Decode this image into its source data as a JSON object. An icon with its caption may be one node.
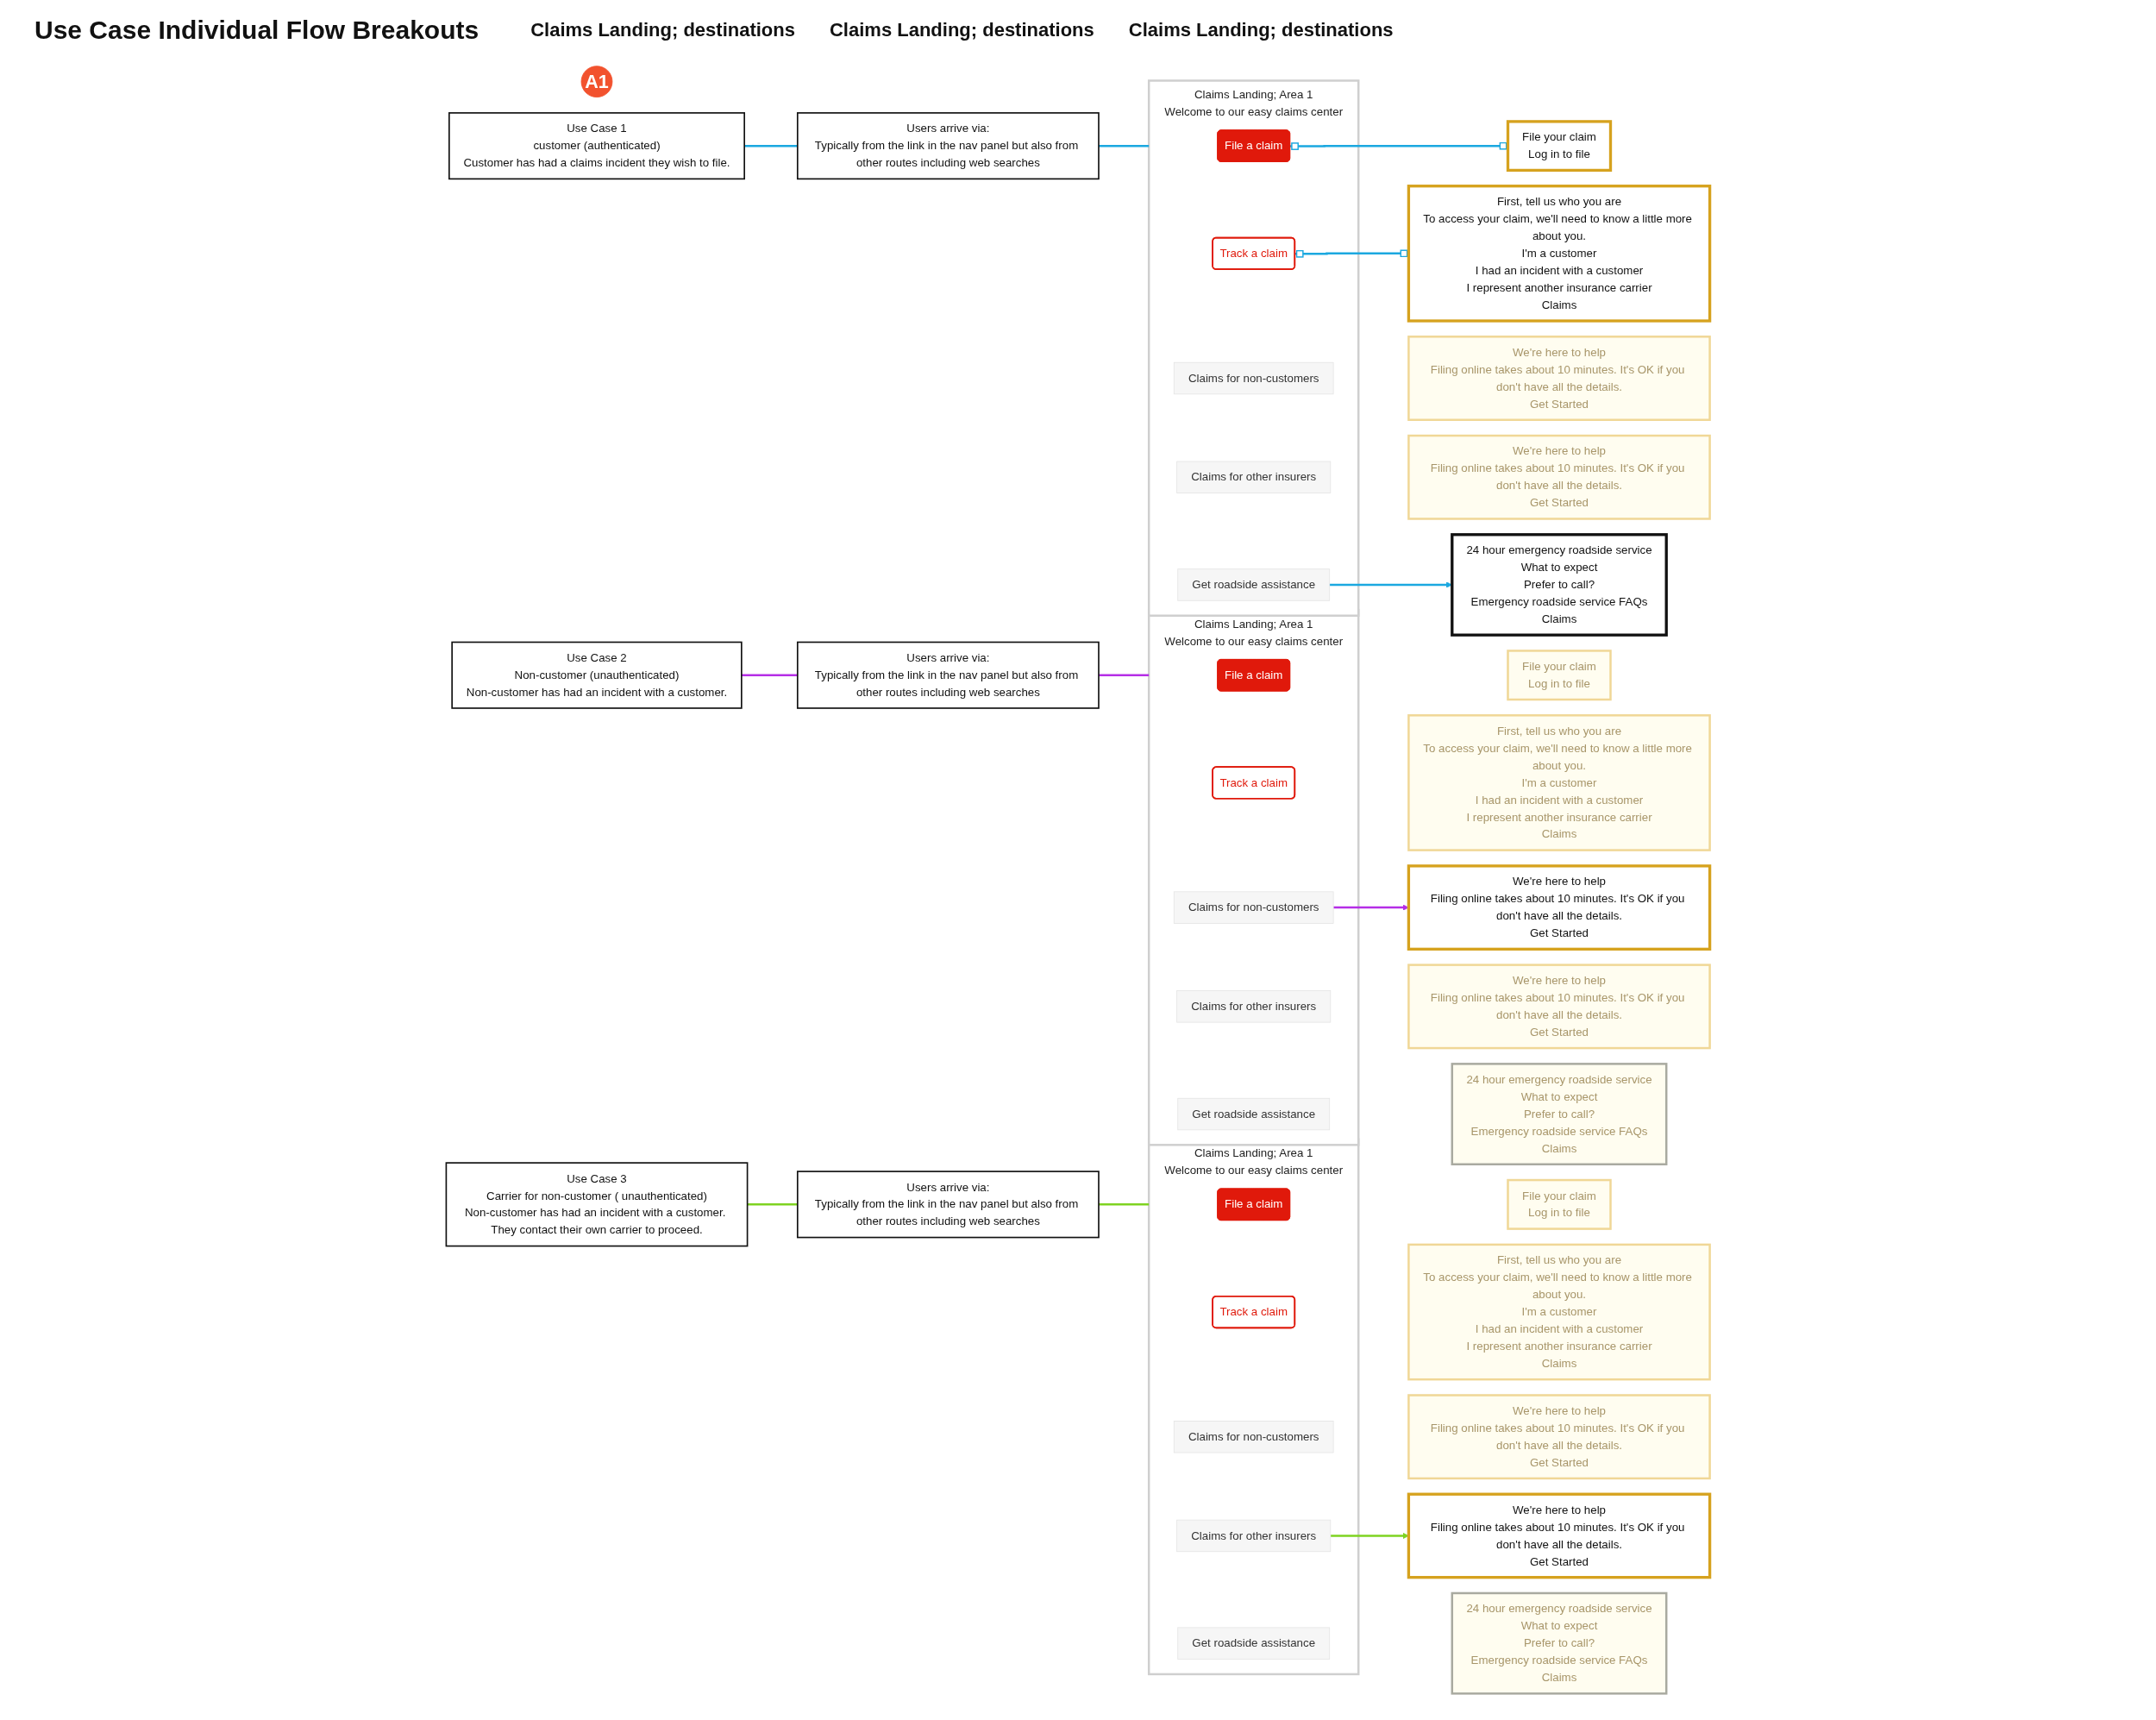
{
  "diagram": {
    "title": "Use Case Individual Flow Breakouts",
    "nodes": [
      {
        "text": [
          "A1"
        ]
      },
      {
        "text": [
          "Use Case 1",
          "customer (authenticated)",
          "Customer has had a claims incident they wish to file."
        ]
      },
      {
        "text": [
          "Users arrive via:",
          "Typically from the link in the nav panel but also from other routes including web searches"
        ]
      },
      {
        "text": [
          "Claims Landing; Area 1",
          "Welcome to our easy claims center"
        ]
      },
      {
        "text": [
          "File a claim"
        ],
        "in": 3
      },
      {
        "text": [
          "Track a claim"
        ],
        "in": 3
      },
      {
        "text": [
          "Claims for non-customers"
        ],
        "in": 3
      },
      {
        "text": [
          "Claims for other insurers"
        ],
        "in": 3
      },
      {
        "text": [
          "Get roadside assistance"
        ],
        "in": 3
      },
      {
        "text": [
          "File your claim",
          "Log in to file"
        ]
      },
      {
        "text": [
          "First, tell us who you are",
          "To access your claim, we'll need to know a little more about you.",
          "I'm a customer",
          "I had an incident with a customer",
          "I represent another insurance carrier",
          "Claims"
        ]
      },
      {
        "text": [
          "We're here to help",
          "Filing online takes about 10 minutes. It's OK if you don't have all the details.",
          "Get Started"
        ]
      },
      {
        "text": [
          "We're here to help",
          "Filing online takes about 10 minutes. It's OK if you don't have all the details.",
          "Get Started"
        ]
      },
      {
        "text": [
          "24 hour emergency roadside service",
          "What to expect",
          "Prefer to call?",
          "Emergency roadside service FAQs",
          "Claims"
        ]
      },
      {
        "text": [
          "Use Case 2",
          "Non-customer (unauthenticated)",
          "Non-customer has had an incident with a customer."
        ]
      },
      {
        "text": [
          "Users arrive via:",
          "Typically from the link in the nav panel but also from other routes including web searches"
        ]
      },
      {
        "text": [
          "Claims Landing; Area 1",
          "Welcome to our easy claims center"
        ]
      },
      {
        "text": [
          "File a claim"
        ],
        "in": 16
      },
      {
        "text": [
          "Track a claim"
        ],
        "in": 16
      },
      {
        "text": [
          "Claims for non-customers"
        ],
        "in": 16
      },
      {
        "text": [
          "Claims for other insurers"
        ],
        "in": 16
      },
      {
        "text": [
          "Get roadside assistance"
        ],
        "in": 16
      },
      {
        "text": [
          "File your claim",
          "Log in to file"
        ]
      },
      {
        "text": [
          "First, tell us who you are",
          "To access your claim, we'll need to know a little more about you.",
          "I'm a customer",
          "I had an incident with a customer",
          "I represent another insurance carrier",
          "Claims"
        ]
      },
      {
        "text": [
          "We're here to help",
          "Filing online takes about 10 minutes. It's OK if you don't have all the details.",
          "Get Started"
        ]
      },
      {
        "text": [
          "We're here to help",
          "Filing online takes about 10 minutes. It's OK if you don't have all the details.",
          "Get Started"
        ]
      },
      {
        "text": [
          "24 hour emergency roadside service",
          "What to expect",
          "Prefer to call?",
          "Emergency roadside service FAQs",
          "Claims"
        ]
      },
      {
        "text": [
          "Use Case 3",
          "Carrier for non-customer ( unauthenticated)",
          "Non-customer has had an incident with a customer. They contact their own carrier to proceed."
        ]
      },
      {
        "text": [
          "Users arrive via:",
          "Typically from the link in the nav panel but also from other routes including web searches"
        ]
      },
      {
        "text": [
          "Claims Landing; Area 1",
          "Welcome to our easy claims center"
        ]
      },
      {
        "text": [
          "File a claim"
        ],
        "in": 29
      },
      {
        "text": [
          "Track a claim"
        ],
        "in": 29
      },
      {
        "text": [
          "Claims for non-customers"
        ],
        "in": 29
      },
      {
        "text": [
          "Claims for other insurers"
        ],
        "in": 29
      },
      {
        "text": [
          "Get roadside assistance"
        ],
        "in": 29
      },
      {
        "text": [
          "File your claim",
          "Log in to file"
        ]
      },
      {
        "text": [
          "First, tell us who you are",
          "To access your claim, we'll need to know a little more about you.",
          "I'm a customer",
          "I had an incident with a customer",
          "I represent another insurance carrier",
          "Claims"
        ]
      },
      {
        "text": [
          "We're here to help",
          "Filing online takes about 10 minutes. It's OK if you don't have all the details.",
          "Get Started"
        ]
      },
      {
        "text": [
          "We're here to help",
          "Filing online takes about 10 minutes. It's OK if you don't have all the details.",
          "Get Started"
        ]
      },
      {
        "text": [
          "24 hour emergency roadside service",
          "What to expect",
          "Prefer to call?",
          "Emergency roadside service FAQs",
          "Claims"
        ]
      }
    ],
    "edges": [
      {
        "from": 1,
        "to": 2,
        "arrow": "none",
        "color": "#1ba8e0"
      },
      {
        "from": 2,
        "to": 3,
        "arrow": "none",
        "color": "#1ba8e0"
      },
      {
        "from": 4,
        "to": 9,
        "arrow": "other",
        "color": "#1ba8e0"
      },
      {
        "from": 5,
        "to": 10,
        "arrow": "other",
        "color": "#1ba8e0"
      },
      {
        "from": 8,
        "to": 13,
        "arrow": "to",
        "color": "#1ba8e0"
      },
      {
        "from": 14,
        "to": 15,
        "arrow": "none",
        "color": "#b52ee6"
      },
      {
        "from": 15,
        "to": 16,
        "arrow": "none",
        "color": "#b52ee6"
      },
      {
        "from": 19,
        "to": 24,
        "arrow": "to",
        "color": "#b52ee6"
      },
      {
        "from": 27,
        "to": 28,
        "arrow": "none",
        "color": "#7ed321"
      },
      {
        "from": 28,
        "to": 29,
        "arrow": "none",
        "color": "#7ed321"
      },
      {
        "from": 33,
        "to": 38,
        "arrow": "to",
        "color": "#7ed321"
      }
    ],
    "labels": [
      "Claims Landing; destinations",
      "Claims Landing; destinations",
      "Claims Landing; destinations"
    ]
  }
}
